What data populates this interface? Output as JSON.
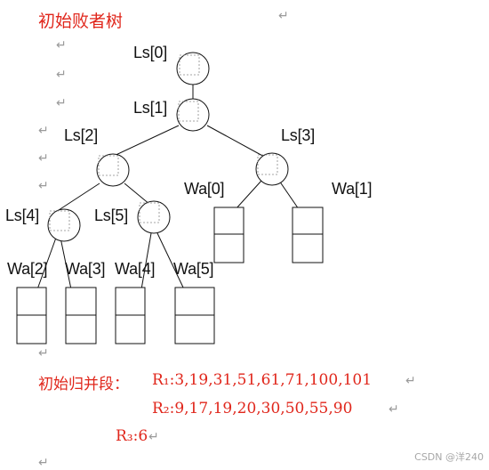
{
  "title": "初始败者树",
  "return_mark": "↵",
  "nodes": {
    "ls0": "Ls[0]",
    "ls1": "Ls[1]",
    "ls2": "Ls[2]",
    "ls3": "Ls[3]",
    "ls4": "Ls[4]",
    "ls5": "Ls[5]"
  },
  "leaves": {
    "wa0": "Wa[0]",
    "wa1": "Wa[1]",
    "wa2": "Wa[2]",
    "wa3": "Wa[3]",
    "wa4": "Wa[4]",
    "wa5": "Wa[5]"
  },
  "runs": {
    "heading": "初始归并段：",
    "r1": "R₁:3,19,31,51,61,71,100,101",
    "r2": "R₂:9,17,19,20,30,50,55,90",
    "r3": "R₃:6"
  },
  "watermark": "CSDN @洋240"
}
